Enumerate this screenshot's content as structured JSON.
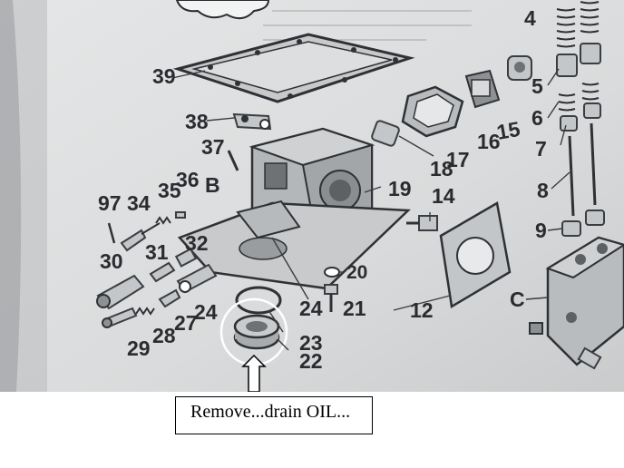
{
  "caption": "Remove...drain OIL...",
  "part_labels": {
    "l4": "4",
    "l5": "5",
    "l6": "6",
    "l7": "7",
    "l8": "8",
    "l9": "9",
    "l12": "12",
    "l14": "14",
    "l15": "15",
    "l16": "16",
    "l17": "17",
    "l18": "18",
    "l19": "19",
    "l20": "20",
    "l21": "21",
    "l22": "22",
    "l23": "23",
    "l24a": "24",
    "l24b": "24",
    "l27": "27",
    "l28": "28",
    "l29": "29",
    "l30": "30",
    "l31": "31",
    "l32": "32",
    "l34": "34",
    "l35": "35",
    "l36": "36",
    "l37": "37",
    "l38": "38",
    "l39": "39",
    "l97": "97",
    "lB": "B",
    "lC": "C"
  },
  "colors": {
    "page": "#dcdedf",
    "ink": "#2a2c30",
    "highlight": "#ffffff"
  }
}
